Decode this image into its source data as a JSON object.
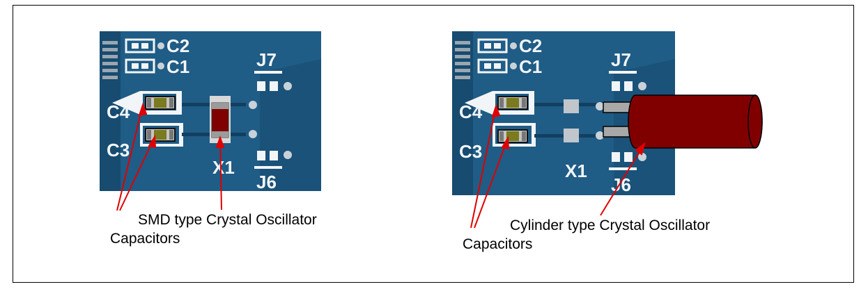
{
  "panels": [
    {
      "id": "smd",
      "silkscreen": {
        "c2": "C2",
        "c1": "C1",
        "j7": "J7",
        "c4": "C4",
        "c3": "C3",
        "x1": "X1",
        "j6": "J6"
      },
      "capacitors_label": "Capacitors",
      "oscillator_label": "SMD type Crystal Oscillator"
    },
    {
      "id": "cylinder",
      "silkscreen": {
        "c2": "C2",
        "c1": "C1",
        "j7": "J7",
        "c4": "C4",
        "c3": "C3",
        "x1": "X1",
        "j6": "J6"
      },
      "capacitors_label": "Capacitors",
      "oscillator_label": "Cylinder type Crystal Oscillator"
    }
  ],
  "colors": {
    "pcb": "#1f5c86",
    "pcb_dark": "#123f60",
    "silkscreen": "#f2f5f7",
    "capacitor_body": "#7a7a1e",
    "crystal": "#800000",
    "arrow": "#e00000",
    "pad_gray": "#a8a8a8"
  }
}
